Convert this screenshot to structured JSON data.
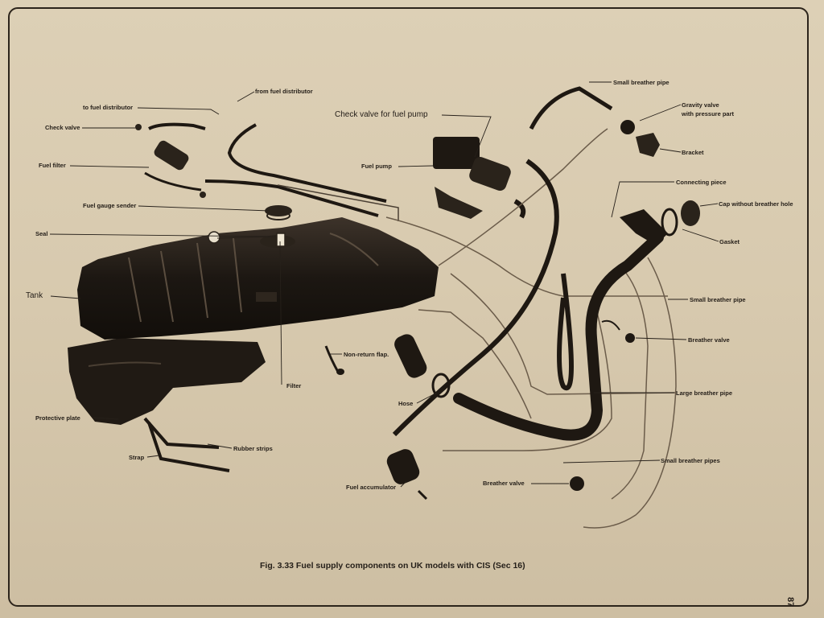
{
  "labels": {
    "from_fuel_distributor": "from fuel distributor",
    "to_fuel_distributor": "to fuel distributor",
    "check_valve": "Check valve",
    "fuel_filter": "Fuel filter",
    "fuel_gauge_sender": "Fuel gauge sender",
    "seal": "Seal",
    "tank": "Tank",
    "protective_plate": "Protective plate",
    "strap": "Strap",
    "rubber_strips": "Rubber strips",
    "filter": "Filter",
    "non_return_flap": "Non-return flap.",
    "hose": "Hose",
    "fuel_accumulator": "Fuel accumulator",
    "check_valve_fuel_pump": "Check valve for fuel pump",
    "fuel_pump": "Fuel pump",
    "small_breather_pipe_top": "Small breather pipe",
    "gravity_valve_line1": "Gravity valve",
    "gravity_valve_line2": "with pressure part",
    "bracket": "Bracket",
    "connecting_piece": "Connecting piece",
    "cap_without_breather_hole": "Cap without breather hole",
    "gasket": "Gasket",
    "small_breather_pipe_mid": "Small breather pipe",
    "breather_valve_right": "Breather valve",
    "large_breather_pipe": "Large breather pipe",
    "small_breather_pipes": "Small breather pipes",
    "breather_valve_bottom": "Breather valve"
  },
  "caption": "Fig. 3.33 Fuel supply components on UK models with CIS (Sec 16)",
  "page_number": "87"
}
